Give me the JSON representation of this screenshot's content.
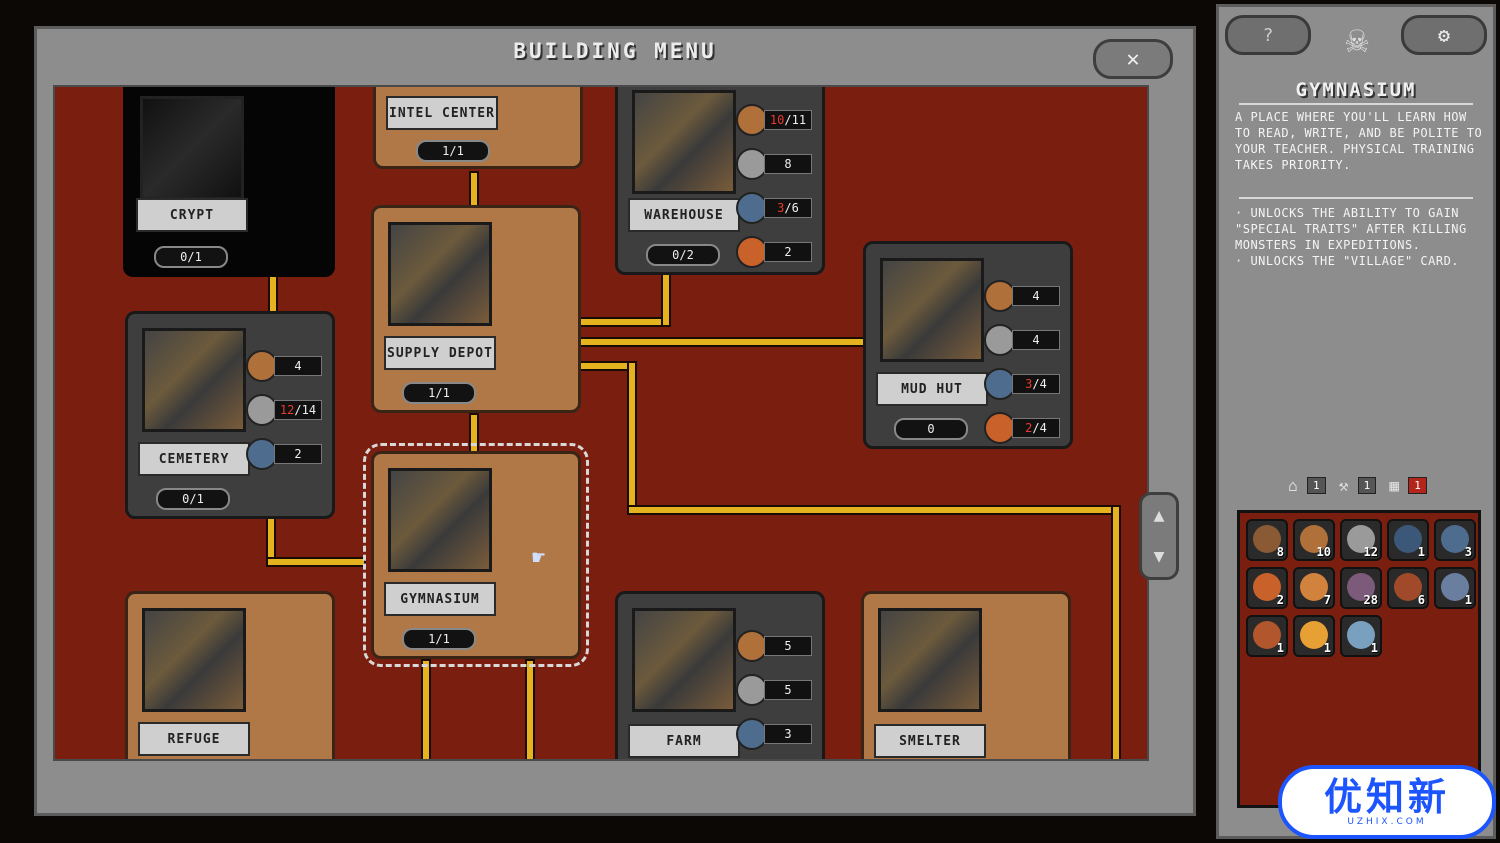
{
  "menu": {
    "title": "BUILDING MENU",
    "close_icon": "✕"
  },
  "buildings": [
    {
      "id": "intel-center",
      "name": "INTEL CENTER",
      "count": "1/1",
      "style": "tan",
      "resources": []
    },
    {
      "id": "crypt",
      "name": "CRYPT",
      "count": "0/1",
      "style": "dark",
      "resources": []
    },
    {
      "id": "warehouse",
      "name": "WAREHOUSE",
      "count": "0/2",
      "style": "gray",
      "resources": [
        {
          "icon": "wood-icon",
          "type": "wood",
          "have": "10",
          "need": "11",
          "short": true
        },
        {
          "icon": "stone-icon",
          "type": "stone",
          "have": "",
          "need": "8",
          "short": false
        },
        {
          "icon": "metal-icon",
          "type": "metal",
          "have": "3",
          "need": "6",
          "short": true
        },
        {
          "icon": "orb-icon",
          "type": "orb",
          "have": "",
          "need": "2",
          "short": false
        }
      ]
    },
    {
      "id": "supply-depot",
      "name": "SUPPLY DEPOT",
      "count": "1/1",
      "style": "tan",
      "resources": []
    },
    {
      "id": "cemetery",
      "name": "CEMETERY",
      "count": "0/1",
      "style": "gray",
      "resources": [
        {
          "icon": "wood-icon",
          "type": "wood",
          "have": "",
          "need": "4",
          "short": false
        },
        {
          "icon": "stone-icon",
          "type": "stone",
          "have": "12",
          "need": "14",
          "short": true
        },
        {
          "icon": "metal-icon",
          "type": "metal",
          "have": "",
          "need": "2",
          "short": false
        }
      ]
    },
    {
      "id": "mud-hut",
      "name": "MUD HUT",
      "count": "0",
      "style": "gray",
      "resources": [
        {
          "icon": "wood-icon",
          "type": "wood",
          "have": "",
          "need": "4",
          "short": false
        },
        {
          "icon": "stone-icon",
          "type": "stone",
          "have": "",
          "need": "4",
          "short": false
        },
        {
          "icon": "metal-icon",
          "type": "metal",
          "have": "3",
          "need": "4",
          "short": true
        },
        {
          "icon": "orb-icon",
          "type": "orb",
          "have": "2",
          "need": "4",
          "short": true
        }
      ]
    },
    {
      "id": "gymnasium",
      "name": "GYMNASIUM",
      "count": "1/1",
      "style": "tan",
      "resources": []
    },
    {
      "id": "refuge",
      "name": "REFUGE",
      "count": "",
      "style": "tan",
      "resources": []
    },
    {
      "id": "farm",
      "name": "FARM",
      "count": "",
      "style": "gray",
      "resources": [
        {
          "icon": "wood-icon",
          "type": "wood",
          "have": "",
          "need": "5",
          "short": false
        },
        {
          "icon": "stone-icon",
          "type": "stone",
          "have": "",
          "need": "5",
          "short": false
        },
        {
          "icon": "metal-icon",
          "type": "metal",
          "have": "",
          "need": "3",
          "short": false
        }
      ]
    },
    {
      "id": "smelter",
      "name": "SMELTER",
      "count": "",
      "style": "tan",
      "resources": []
    }
  ],
  "info": {
    "title": "GYMNASIUM",
    "description": "A PLACE WHERE YOU'LL LEARN HOW TO READ, WRITE, AND BE POLITE TO YOUR TEACHER. PHYSICAL TRAINING TAKES PRIORITY.",
    "effects": [
      "· UNLOCKS THE ABILITY TO GAIN \"SPECIAL TRAITS\" AFTER KILLING MONSTERS IN EXPEDITIONS.",
      "· UNLOCKS THE \"VILLAGE\" CARD."
    ]
  },
  "stats": [
    {
      "icon": "house-icon",
      "value": "1",
      "alert": false
    },
    {
      "icon": "hammer-icon",
      "value": "1",
      "alert": false
    },
    {
      "icon": "tile-icon",
      "value": "1",
      "alert": true
    }
  ],
  "inventory": [
    {
      "icon": "wood-plank-icon",
      "color": "#8a5a34",
      "qty": "8"
    },
    {
      "icon": "wood-icon",
      "color": "#b0703a",
      "qty": "10"
    },
    {
      "icon": "stone-icon",
      "color": "#9a9a9a",
      "qty": "12"
    },
    {
      "icon": "metal-shard-icon",
      "color": "#3c5878",
      "qty": "1"
    },
    {
      "icon": "metal-icon",
      "color": "#4e6c8e",
      "qty": "3"
    },
    {
      "icon": "food-icon",
      "color": "#c9622a",
      "qty": "2"
    },
    {
      "icon": "orb-icon",
      "color": "#d1823c",
      "qty": "7"
    },
    {
      "icon": "chest-icon",
      "color": "#7b5a7a",
      "qty": "28"
    },
    {
      "icon": "feather-icon",
      "color": "#a04a2a",
      "qty": "6"
    },
    {
      "icon": "crystal-icon",
      "color": "#6a7fa0",
      "qty": "1"
    },
    {
      "icon": "shell-icon",
      "color": "#b2562e",
      "qty": "1"
    },
    {
      "icon": "sun-orb-icon",
      "color": "#e6a034",
      "qty": "1"
    },
    {
      "icon": "ring-icon",
      "color": "#7aa0c0",
      "qty": "1"
    }
  ],
  "watermark": {
    "big": "优知新",
    "small": "UZHIX.COM"
  }
}
